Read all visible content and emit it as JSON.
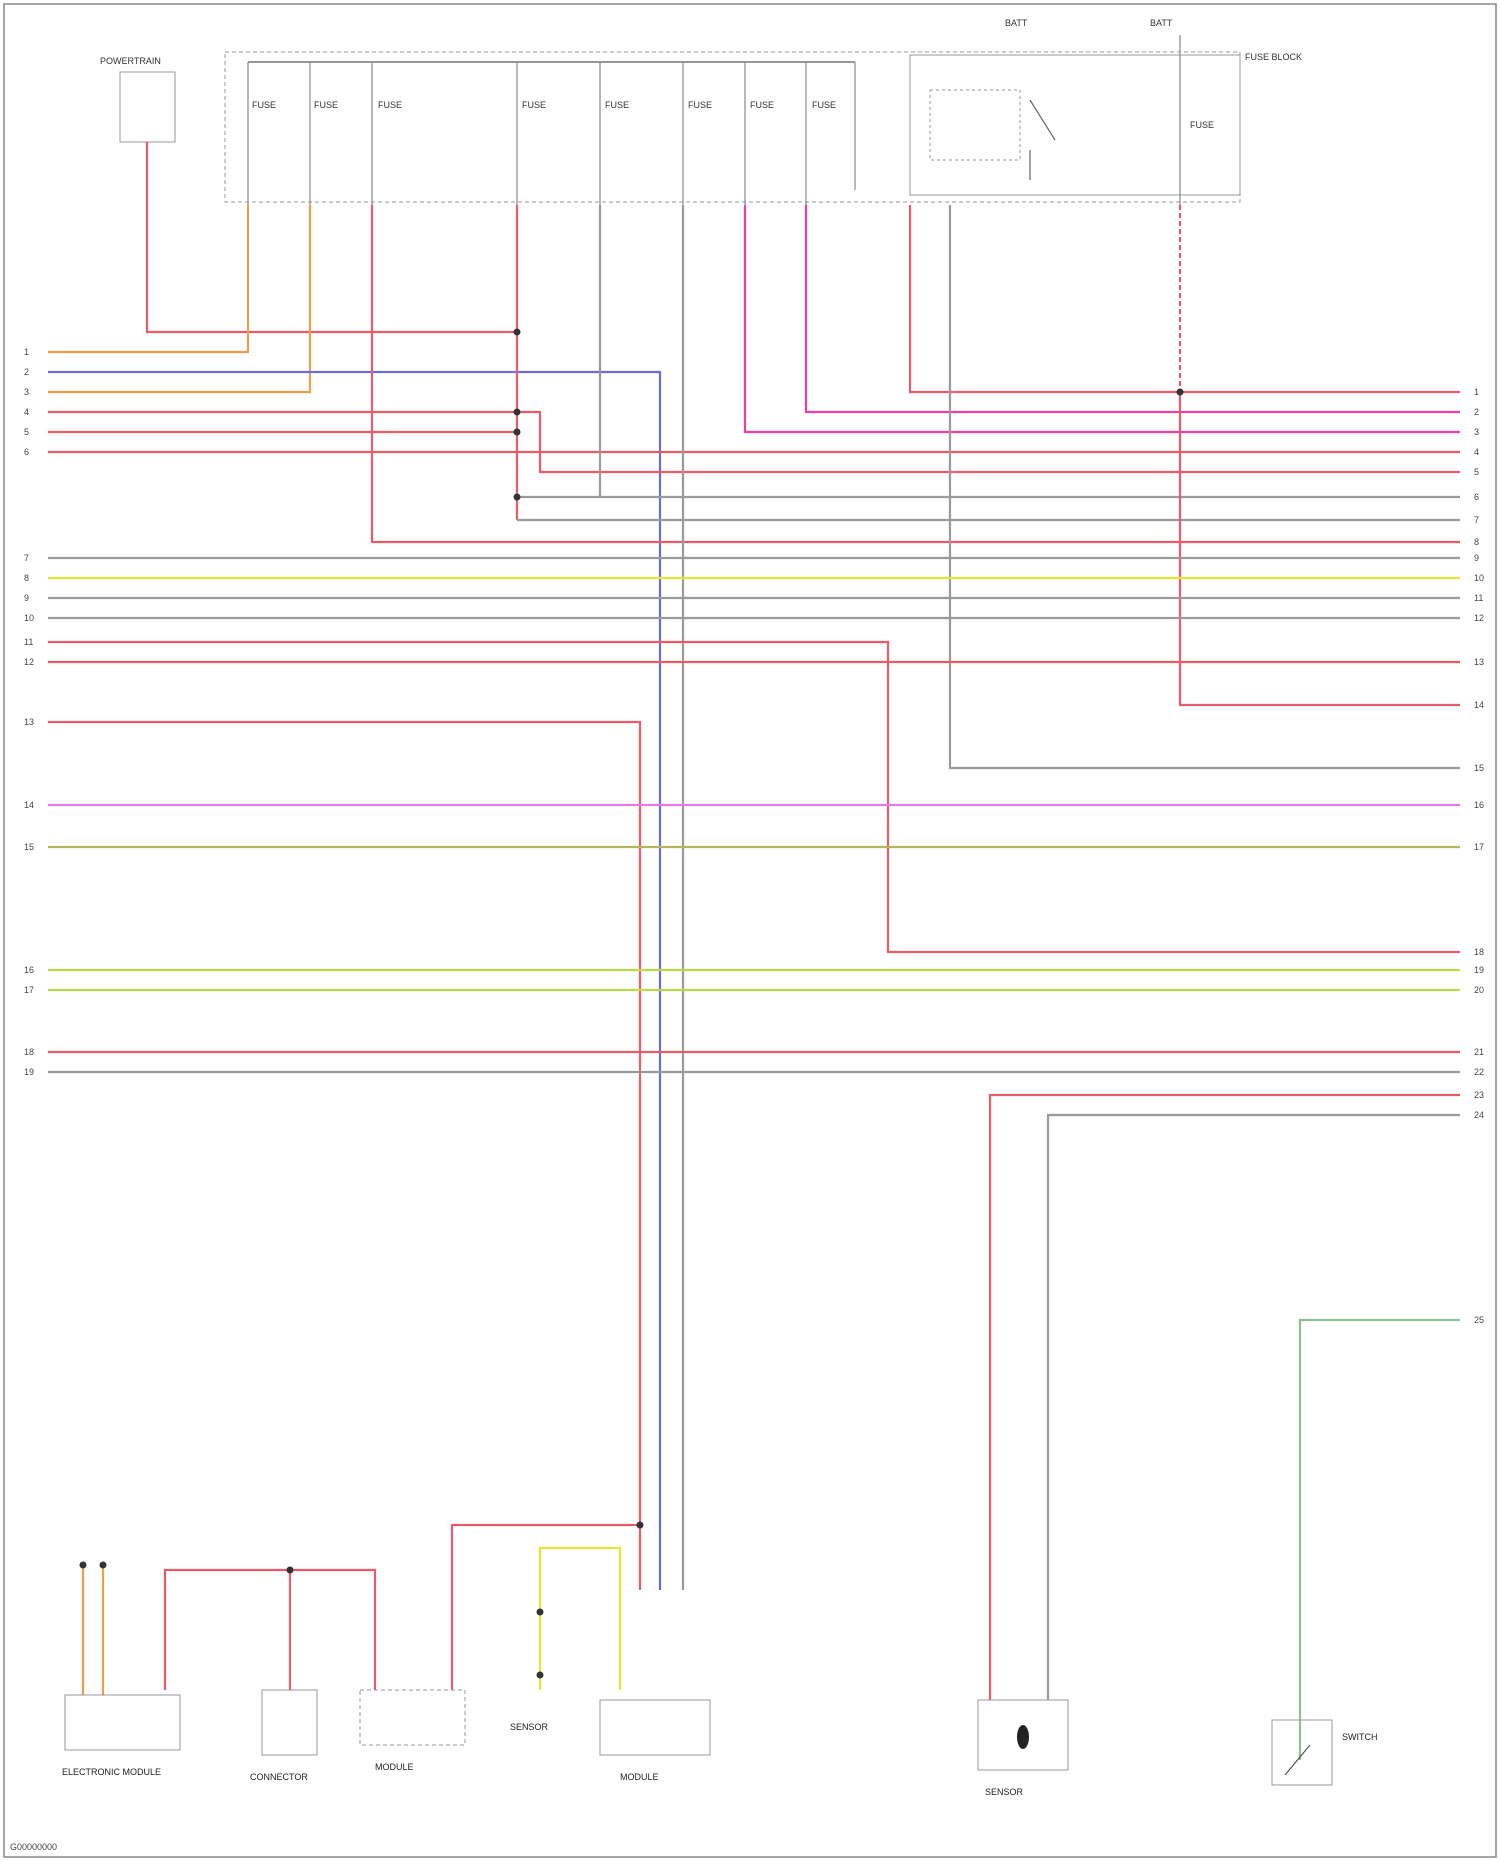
{
  "diagram": {
    "colors": {
      "red": "#e85b6a",
      "pink": "#ee3fa0",
      "grey": "#9a9a9a",
      "blue": "#6c6cd6",
      "yellow": "#e6e63a",
      "lime": "#b8d84a",
      "violet": "#e67ae6",
      "olive": "#b5b55a",
      "green": "#8fbf8f",
      "orange": "#e8a050",
      "black": "#444444"
    },
    "top_labels": [
      {
        "id": "t1",
        "text": "POWERTRAIN"
      },
      {
        "id": "t2",
        "text": "BATT"
      },
      {
        "id": "t3",
        "text": "BATT"
      },
      {
        "id": "t4",
        "text": "FUSE BLOCK"
      }
    ],
    "fuse_labels": [
      {
        "id": "f1",
        "text": "FUSE"
      },
      {
        "id": "f2",
        "text": "FUSE"
      },
      {
        "id": "f3",
        "text": "FUSE"
      },
      {
        "id": "f4",
        "text": "FUSE"
      },
      {
        "id": "f5",
        "text": "FUSE"
      },
      {
        "id": "f6",
        "text": "FUSE"
      },
      {
        "id": "f7",
        "text": "FUSE"
      },
      {
        "id": "f8",
        "text": "FUSE"
      },
      {
        "id": "f9",
        "text": "FUSE"
      }
    ],
    "left_pins": [
      "1",
      "2",
      "3",
      "4",
      "5",
      "6",
      "7",
      "8",
      "9",
      "10",
      "11",
      "12",
      "13",
      "14",
      "15",
      "16",
      "17",
      "18",
      "19"
    ],
    "right_pins": [
      "1",
      "2",
      "3",
      "4",
      "5",
      "6",
      "7",
      "8",
      "9",
      "10",
      "11",
      "12",
      "13",
      "14",
      "15",
      "16",
      "17",
      "18",
      "19",
      "20",
      "21",
      "22",
      "23",
      "24",
      "25"
    ],
    "components": [
      {
        "id": "c1",
        "text": "ELECTRONIC MODULE"
      },
      {
        "id": "c2",
        "text": "CONNECTOR"
      },
      {
        "id": "c3",
        "text": "MODULE"
      },
      {
        "id": "c4",
        "text": "SENSOR"
      },
      {
        "id": "c5",
        "text": "MODULE"
      },
      {
        "id": "c6",
        "text": "SENSOR"
      },
      {
        "id": "c7",
        "text": "SWITCH"
      }
    ],
    "footer": "G00000000"
  }
}
